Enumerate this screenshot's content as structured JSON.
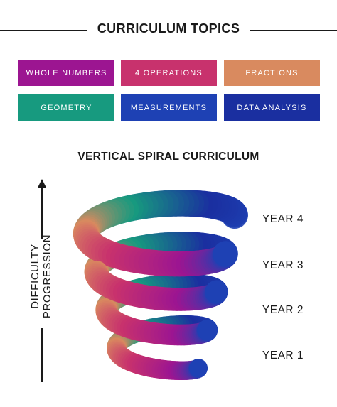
{
  "header": {
    "title": "CURRICULUM TOPICS"
  },
  "topics": [
    {
      "label": "WHOLE NUMBERS",
      "color": "#9c1591"
    },
    {
      "label": "4 OPERATIONS",
      "color": "#c8326d"
    },
    {
      "label": "FRACTIONS",
      "color": "#d98a5f"
    },
    {
      "label": "GEOMETRY",
      "color": "#179a7f"
    },
    {
      "label": "MEASUREMENTS",
      "color": "#1e41b4"
    },
    {
      "label": "DATA ANALYSIS",
      "color": "#1a2fa0"
    }
  ],
  "diagram": {
    "title": "VERTICAL SPIRAL CURRICULUM",
    "axis_label": [
      "DIFFICULTY",
      "PROGRESSION"
    ],
    "years": [
      "YEAR 4",
      "YEAR 3",
      "YEAR 2",
      "YEAR 1"
    ]
  }
}
